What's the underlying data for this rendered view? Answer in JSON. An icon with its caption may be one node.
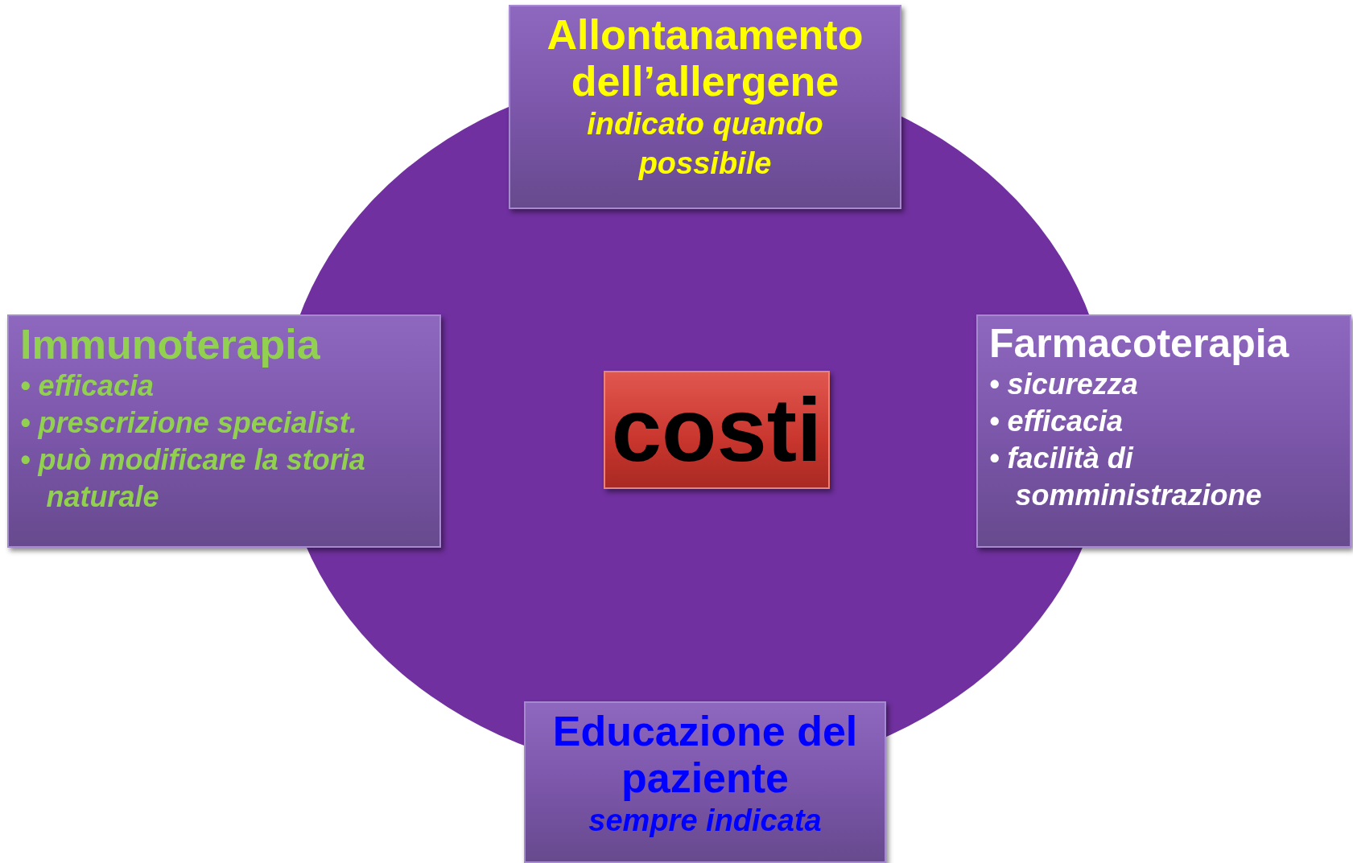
{
  "diagram": {
    "nodes": [
      {
        "text": [
          "Allontanamento dell’allergene",
          "indicato quando possibile"
        ]
      },
      {
        "text": [
          "Immunoterapia",
          "• efficacia",
          "• prescrizione specialist.",
          "• può modificare la storia naturale"
        ]
      },
      {
        "text": [
          "costi"
        ]
      },
      {
        "text": [
          "Farmacoterapia",
          "• sicurezza",
          "• efficacia",
          "• facilità di somministrazione"
        ]
      },
      {
        "text": [
          "Educazione del paziente",
          "sempre indicata"
        ]
      }
    ],
    "edges": []
  }
}
